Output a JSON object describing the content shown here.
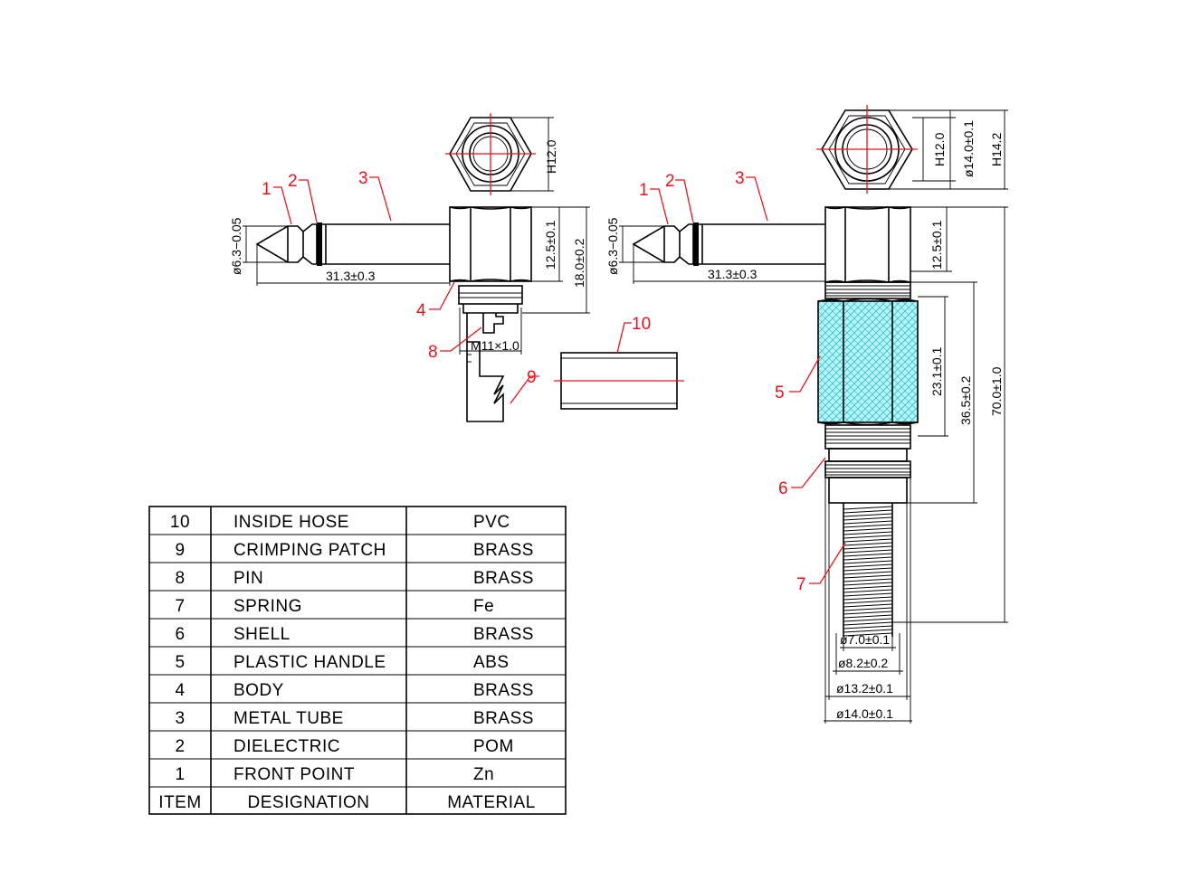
{
  "callouts_left": [
    "1",
    "2",
    "3",
    "4",
    "8",
    "9",
    "10"
  ],
  "callouts_right": [
    "1",
    "2",
    "3",
    "5",
    "6",
    "7"
  ],
  "dimensions": {
    "tip_dia_left": "ø6.3−0.05",
    "tip_dia_right": "ø6.3−0.05",
    "length_left": "31.3±0.3",
    "length_right": "31.3±0.3",
    "hex_h_left": "H12.0",
    "hex_h_right": "H12.0",
    "hex_dia_right": "ø14.0±0.1",
    "hex_h2_right": "H14.2",
    "body_h_left": "12.5±0.1",
    "body_h_right": "12.5±0.1",
    "body_total_left": "18.0±0.2",
    "thread_left": "M11×1.0",
    "handle_len": "23.1±0.1",
    "handle_total": "36.5±0.2",
    "overall_len": "70.0±1.0",
    "dia_7": "ø7.0±0.1",
    "dia_8": "ø8.2±0.2",
    "dia_13": "ø13.2±0.1",
    "dia_14": "ø14.0±0.1"
  },
  "table": {
    "rows": [
      {
        "item": "10",
        "designation": "INSIDE  HOSE",
        "material": "PVC"
      },
      {
        "item": "9",
        "designation": "CRIMPING  PATCH",
        "material": "BRASS"
      },
      {
        "item": "8",
        "designation": "PIN",
        "material": "BRASS"
      },
      {
        "item": "7",
        "designation": "SPRING",
        "material": "Fe"
      },
      {
        "item": "6",
        "designation": "SHELL",
        "material": "BRASS"
      },
      {
        "item": "5",
        "designation": "PLASTIC  HANDLE",
        "material": "ABS"
      },
      {
        "item": "4",
        "designation": "BODY",
        "material": "BRASS"
      },
      {
        "item": "3",
        "designation": "METAL  TUBE",
        "material": "BRASS"
      },
      {
        "item": "2",
        "designation": "DIELECTRIC",
        "material": "POM"
      },
      {
        "item": "1",
        "designation": "FRONT  POINT",
        "material": "Zn"
      }
    ],
    "header": {
      "item": "ITEM",
      "designation": "DESIGNATION",
      "material": "MATERIAL"
    }
  },
  "colors": {
    "callout": "#e8141c",
    "handle_fill": "#aaf0f0",
    "handle_hatch": "#28b4c8"
  }
}
